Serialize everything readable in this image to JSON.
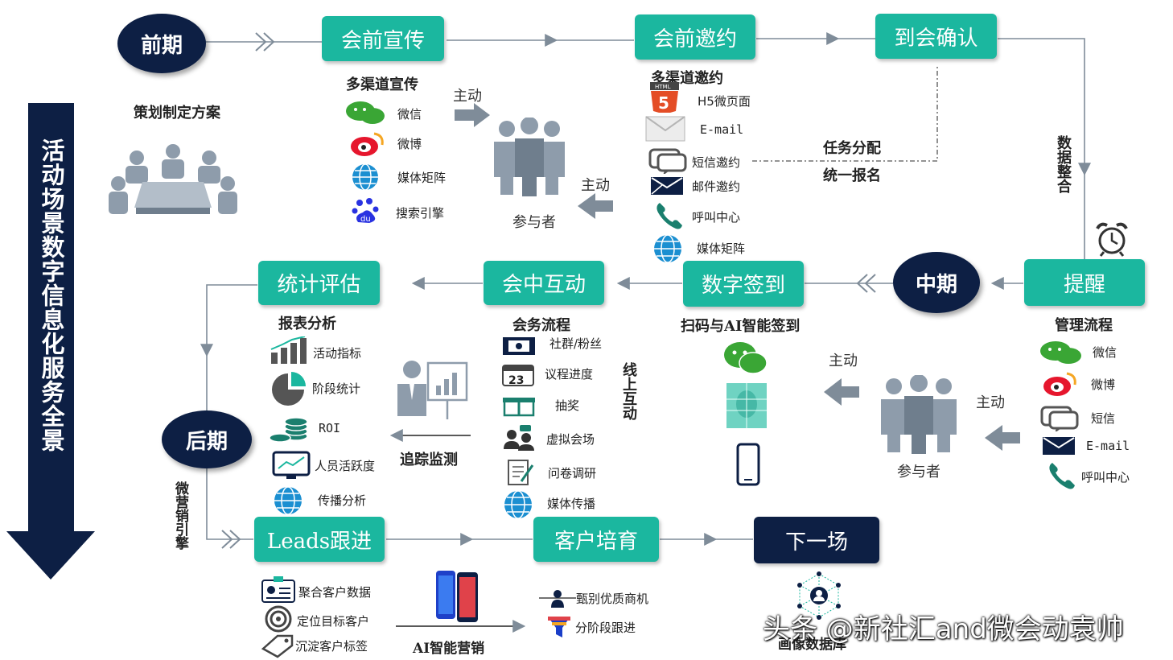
{
  "side_title": "活动场景数字信息化服务全景",
  "phases": {
    "early": "前期",
    "mid": "中期",
    "late": "后期"
  },
  "stages": {
    "pre_promo": "会前宣传",
    "pre_invite": "会前邀约",
    "confirm": "到会确认",
    "remind": "提醒",
    "checkin": "数字签到",
    "interact": "会中互动",
    "stats": "统计评估",
    "leads": "Leads跟进",
    "nurture": "客户培育",
    "next": "下一场"
  },
  "planning": {
    "label": "策划制定方案"
  },
  "promo": {
    "heading": "多渠道宣传",
    "items": [
      "微信",
      "微博",
      "媒体矩阵",
      "搜索引擎"
    ],
    "active_label": "主动",
    "participants_label": "参与者",
    "active_label2": "主动"
  },
  "invite": {
    "heading": "多渠道邀约",
    "items": [
      "H5微页面",
      "E-mail",
      "短信邀约",
      "邮件邀约",
      "呼叫中心",
      "媒体矩阵"
    ]
  },
  "task": {
    "line1": "任务分配",
    "line2": "统一报名"
  },
  "data_merge": "数据整合",
  "manage": {
    "heading": "管理流程",
    "items": [
      "微信",
      "微博",
      "短信",
      "E-mail",
      "呼叫中心"
    ],
    "active_label": "主动",
    "active_label2": "主动",
    "participants_label": "参与者"
  },
  "checkin_info": {
    "heading": "扫码与AI智能签到"
  },
  "meeting": {
    "heading": "会务流程",
    "items": [
      "社群/粉丝",
      "议程进度",
      "抽奖",
      "虚拟会场",
      "问卷调研",
      "媒体传播"
    ],
    "online_label": "线上互动",
    "calendar_num": "23"
  },
  "tracking": "追踪监测",
  "report": {
    "heading": "报表分析",
    "items": [
      "活动指标",
      "阶段统计",
      "ROI",
      "人员活跃度",
      "传播分析"
    ]
  },
  "micro_engine": "微营销引擎",
  "leads_items": [
    "聚合客户数据",
    "定位目标客户",
    "沉淀客户标签"
  ],
  "ai_marketing": "AI智能营销",
  "nurture_items": [
    "甄别优质商机",
    "分阶段跟进"
  ],
  "portrait": "画像数据库",
  "watermark": "头条 @新社汇and微会动袁帅",
  "colors": {
    "teal": "#1bb79f",
    "navy": "#0d1f44",
    "arrow": "#7f8c99"
  }
}
